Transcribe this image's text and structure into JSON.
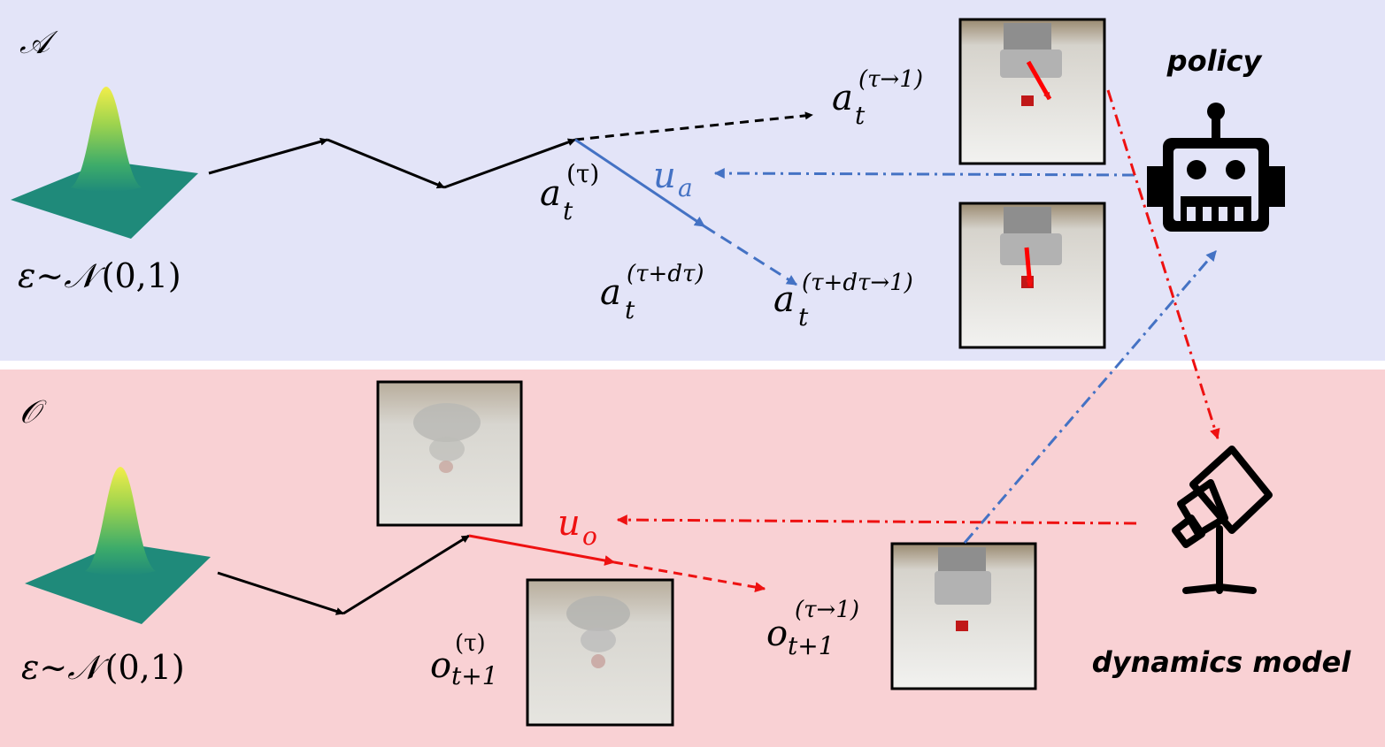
{
  "panels": {
    "action": {
      "symbol": "𝒜",
      "color": "#e3e4f8"
    },
    "observation": {
      "symbol": "𝒪",
      "color": "#f9d1d4"
    }
  },
  "labels": {
    "policy": "policy",
    "dynamics": "dynamics model"
  },
  "noise": {
    "eps": "ε",
    "tilde": "~",
    "dist": "𝒩",
    "args": "(0,1)"
  },
  "action_terms": {
    "base": "a",
    "sub": "t",
    "tau": "(τ)",
    "tau_dtau": "(τ+dτ)",
    "tau_to_1": "(τ→1)",
    "tau_dtau_to_1": "(τ+dτ→1)"
  },
  "obs_terms": {
    "base": "o",
    "sub": "t+1",
    "tau": "(τ)",
    "tau_to_1": "(τ→1)"
  },
  "velocity": {
    "action": {
      "base": "u",
      "sub": "a"
    },
    "observation": {
      "base": "u",
      "sub": "o"
    }
  },
  "colors": {
    "blue": "#4472c4",
    "red": "#ee1111",
    "black": "#000000"
  }
}
